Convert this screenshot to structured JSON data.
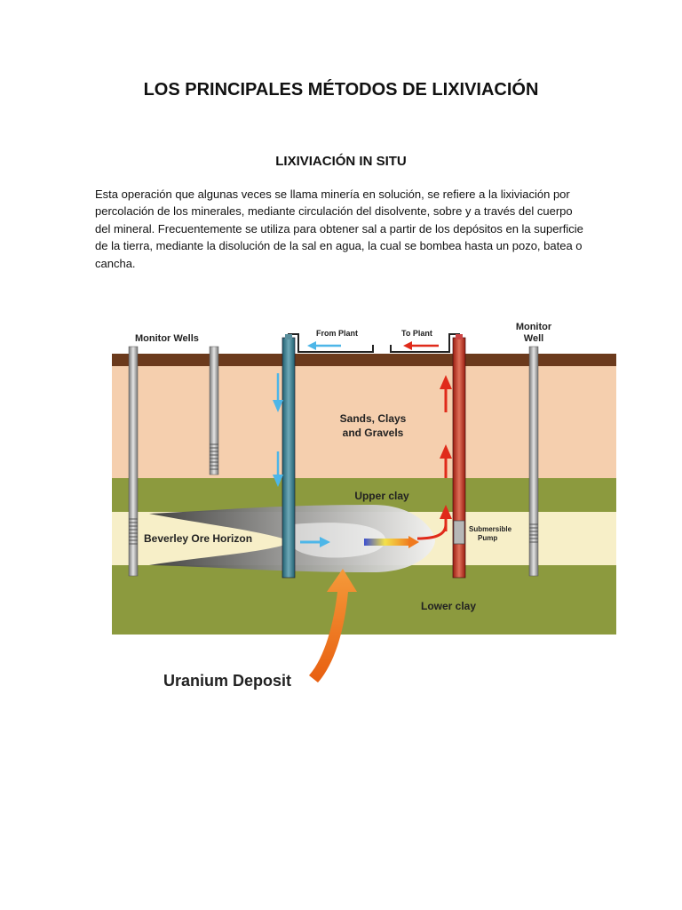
{
  "document": {
    "title": "LOS PRINCIPALES MÉTODOS DE LIXIVIACIÓN",
    "section_title": "LIXIVIACIÓN IN SITU",
    "paragraph": "Esta operación que algunas veces se llama minería en solución, se refiere a la lixiviación por percolación de los minerales, mediante circulación del disolvente, sobre y a través del cuerpo del mineral. Frecuentemente se utiliza para obtener sal a partir de los depósitos en la superficie de la tierra, mediante la disolución de la sal en agua, la cual se bombea hasta un pozo, batea o cancha."
  },
  "diagram": {
    "labels": {
      "monitor_wells": "Monitor Wells",
      "monitor_well_1": "Monitor",
      "monitor_well_2": "Well",
      "from_plant": "From Plant",
      "to_plant": "To Plant",
      "sands_1": "Sands, Clays",
      "sands_2": "and Gravels",
      "upper_clay": "Upper clay",
      "ore_horizon": "Beverley Ore Horizon",
      "pump_1": "Submersible",
      "pump_2": "Pump",
      "lower_clay": "Lower clay",
      "uranium_deposit": "Uranium Deposit"
    },
    "colors": {
      "topsoil": "#6b3a1c",
      "sands": "#f5cfae",
      "clay": "#8c9a3e",
      "ore": "#f7efc8",
      "injection_arrow": "#4db6e8",
      "recovery_arrow": "#e02a1a",
      "deposit_arrow": "#f07a1e"
    }
  }
}
